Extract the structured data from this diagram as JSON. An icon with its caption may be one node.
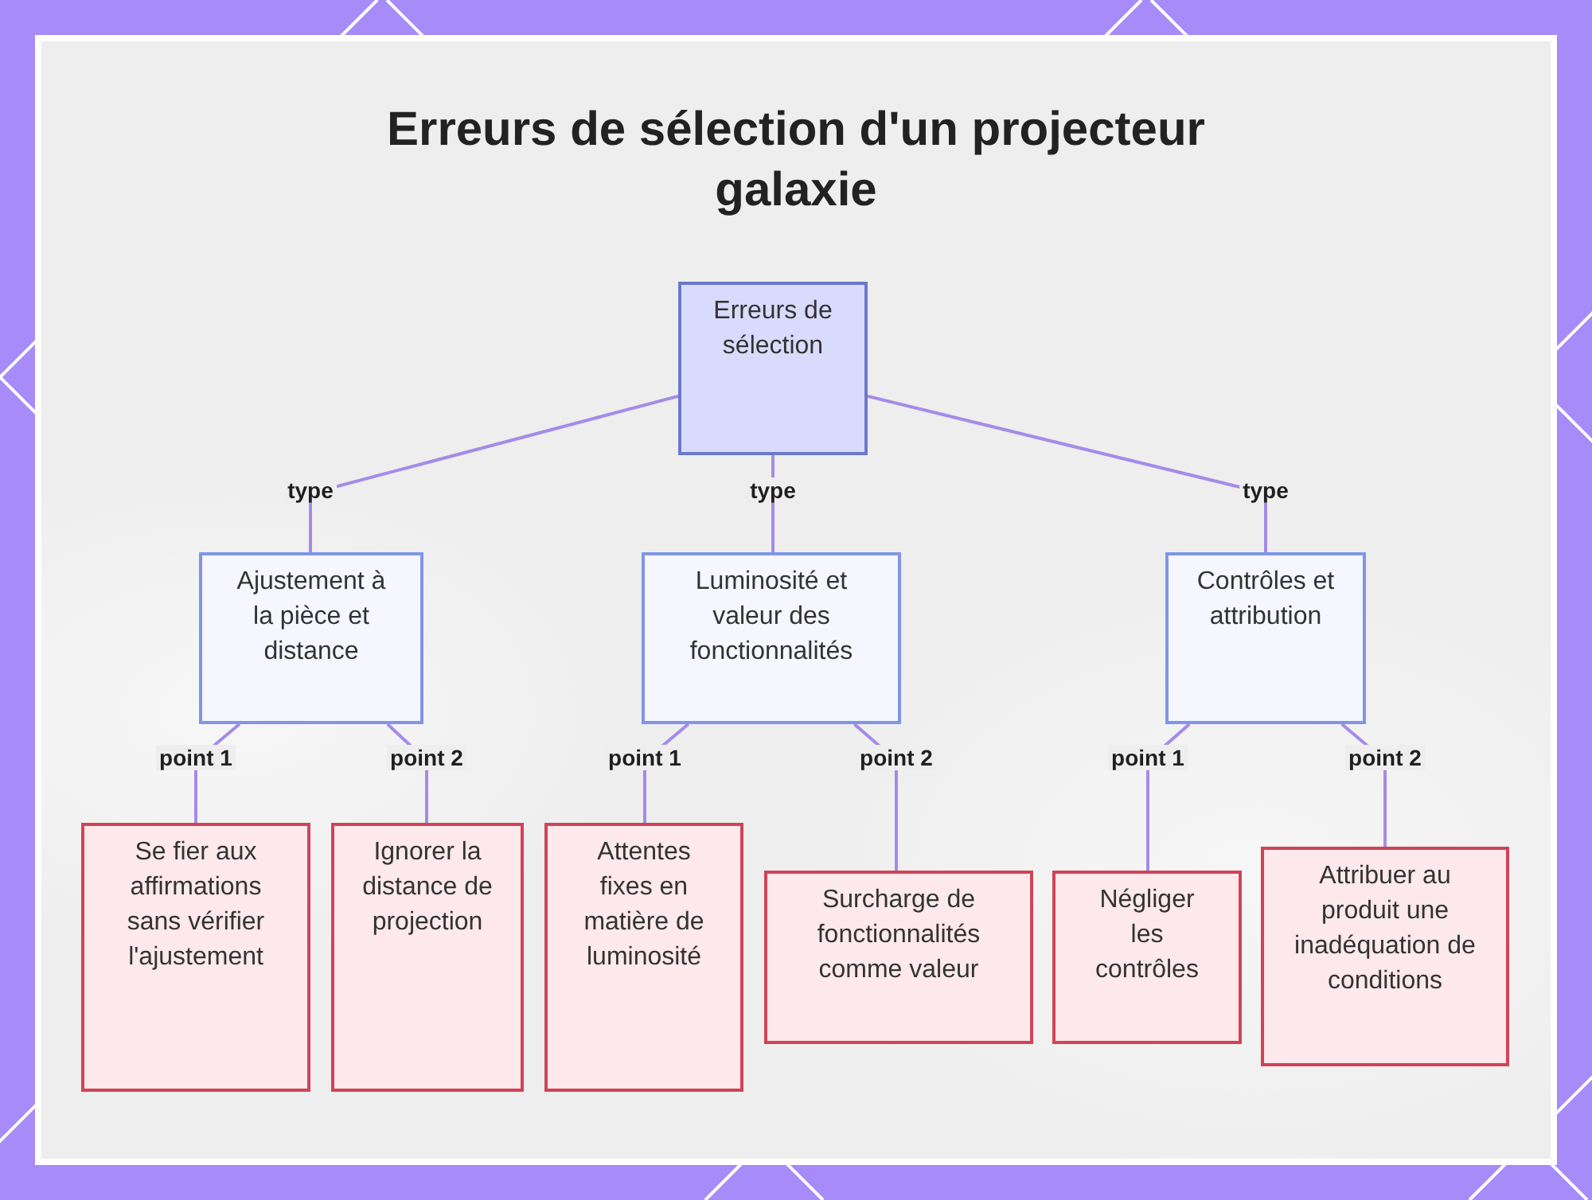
{
  "diagram": {
    "title": "Erreurs de sélection d'un projecteur galaxie",
    "nodes": [
      {
        "text": [
          "Erreurs de sélection"
        ]
      },
      {
        "text": [
          "Ajustement à la pièce et distance"
        ]
      },
      {
        "text": [
          "Luminosité et valeur des fonctionnalités"
        ]
      },
      {
        "text": [
          "Contrôles et attribution"
        ]
      },
      {
        "text": [
          "Se fier aux affirmations sans vérifier l'ajustement"
        ]
      },
      {
        "text": [
          "Ignorer la distance de projection"
        ]
      },
      {
        "text": [
          "Attentes fixes en matière de luminosité"
        ]
      },
      {
        "text": [
          "Surcharge de fonctionnalités comme valeur"
        ]
      },
      {
        "text": [
          "Négliger les contrôles"
        ]
      },
      {
        "text": [
          "Attribuer au produit une inadéquation de conditions"
        ]
      }
    ],
    "edges": [
      {
        "from": 0,
        "to": 1,
        "arrow": "none",
        "label": "type"
      },
      {
        "from": 0,
        "to": 2,
        "arrow": "none",
        "label": "type"
      },
      {
        "from": 0,
        "to": 3,
        "arrow": "none",
        "label": "type"
      },
      {
        "from": 1,
        "to": 4,
        "arrow": "none",
        "label": "point 1"
      },
      {
        "from": 1,
        "to": 5,
        "arrow": "none",
        "label": "point 2"
      },
      {
        "from": 2,
        "to": 6,
        "arrow": "none",
        "label": "point 1"
      },
      {
        "from": 2,
        "to": 7,
        "arrow": "none",
        "label": "point 2"
      },
      {
        "from": 3,
        "to": 8,
        "arrow": "none",
        "label": "point 1"
      },
      {
        "from": 3,
        "to": 9,
        "arrow": "none",
        "label": "point 2"
      }
    ]
  }
}
